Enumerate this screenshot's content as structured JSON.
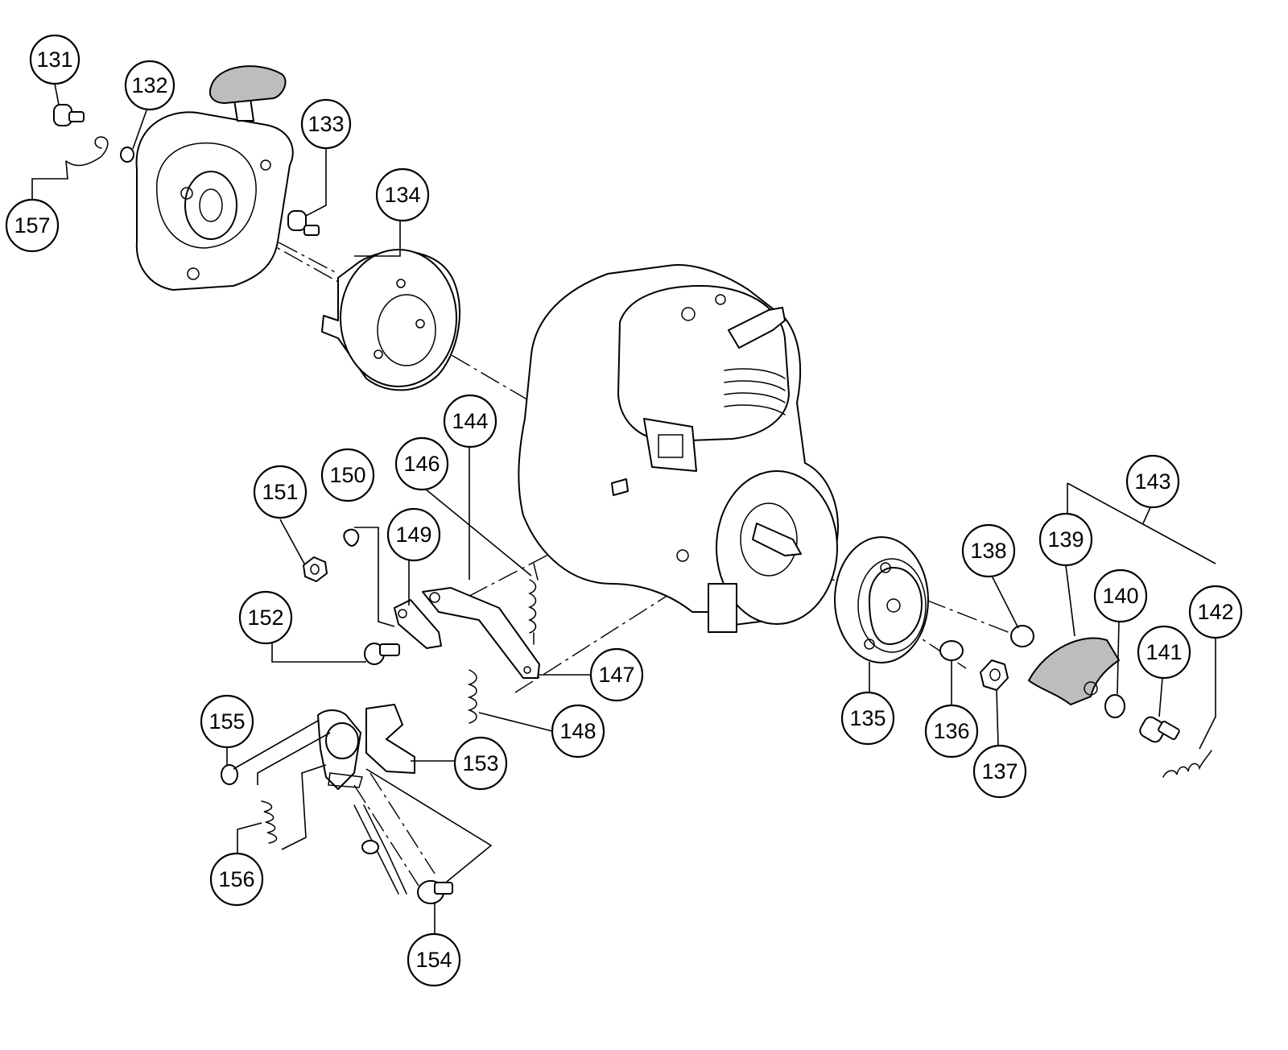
{
  "callouts": [
    {
      "id": "131",
      "label": "131"
    },
    {
      "id": "132",
      "label": "132"
    },
    {
      "id": "133",
      "label": "133"
    },
    {
      "id": "134",
      "label": "134"
    },
    {
      "id": "135",
      "label": "135"
    },
    {
      "id": "136",
      "label": "136"
    },
    {
      "id": "137",
      "label": "137"
    },
    {
      "id": "138",
      "label": "138"
    },
    {
      "id": "139",
      "label": "139"
    },
    {
      "id": "140",
      "label": "140"
    },
    {
      "id": "141",
      "label": "141"
    },
    {
      "id": "142",
      "label": "142"
    },
    {
      "id": "143",
      "label": "143"
    },
    {
      "id": "144",
      "label": "144"
    },
    {
      "id": "146",
      "label": "146"
    },
    {
      "id": "147",
      "label": "147"
    },
    {
      "id": "148",
      "label": "148"
    },
    {
      "id": "149",
      "label": "149"
    },
    {
      "id": "150",
      "label": "150"
    },
    {
      "id": "151",
      "label": "151"
    },
    {
      "id": "152",
      "label": "152"
    },
    {
      "id": "153",
      "label": "153"
    },
    {
      "id": "154",
      "label": "154"
    },
    {
      "id": "155",
      "label": "155"
    },
    {
      "id": "156",
      "label": "156"
    },
    {
      "id": "157",
      "label": "157"
    }
  ],
  "colors": {
    "line": "#000000",
    "background": "#ffffff",
    "grip_fill": "#bdbdbd"
  }
}
